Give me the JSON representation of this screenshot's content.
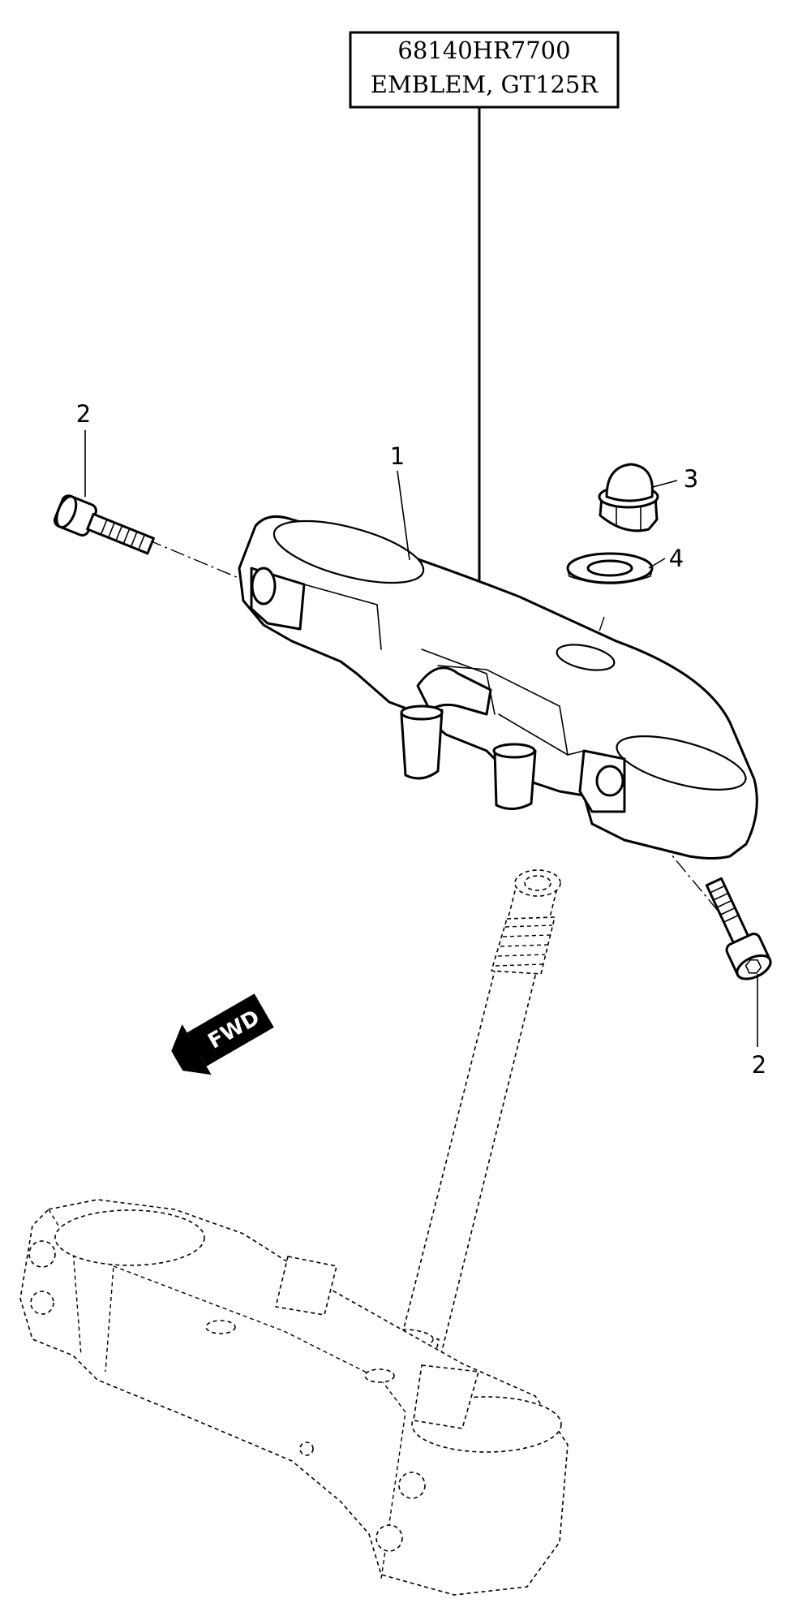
{
  "callout": {
    "part_number": "68140HR7700",
    "description": "EMBLEM, GT125R"
  },
  "labels": {
    "top_bridge": "1",
    "bolt_left": "2",
    "bolt_right": "2",
    "cap_nut": "3",
    "washer": "4"
  },
  "direction": {
    "text": "FWD"
  }
}
